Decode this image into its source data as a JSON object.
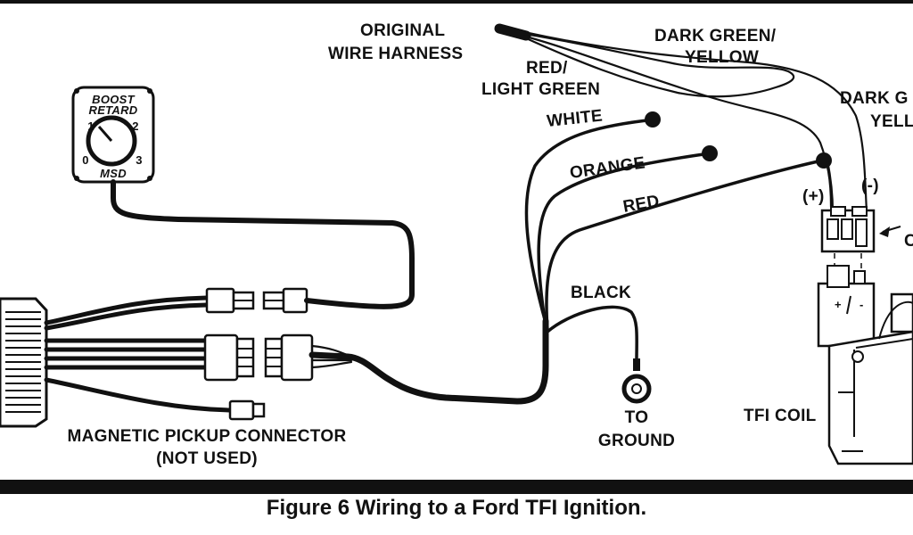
{
  "colors": {
    "ink": "#111111",
    "paper": "#ffffff"
  },
  "labels": {
    "harness_line1": "ORIGINAL",
    "harness_line2": "WIRE HARNESS",
    "dkgreen_line1": "DARK GREEN/",
    "dkgreen_line2": "YELLOW",
    "red_lg_line1": "RED/",
    "red_lg_line2": "LIGHT GREEN",
    "white": "WHITE",
    "orange": "ORANGE",
    "red": "RED",
    "black": "BLACK",
    "to_ground_line1": "TO",
    "to_ground_line2": "GROUND",
    "dkgreen_right_line1": "DARK G",
    "dkgreen_right_line2": "YELL",
    "plus": "(+)",
    "minus": "(-)",
    "arrow_label": "C",
    "tfi_coil": "TFI COIL",
    "pickup_line1": "MAGNETIC PICKUP CONNECTOR",
    "pickup_line2": "(NOT USED)"
  },
  "boost_knob": {
    "title_line1": "BOOST",
    "title_line2": "RETARD",
    "brand": "MSD",
    "tick_0": "0",
    "tick_1": "1",
    "tick_2": "2",
    "tick_3": "3"
  },
  "caption": "Figure 6 Wiring to a Ford TFI Ignition."
}
